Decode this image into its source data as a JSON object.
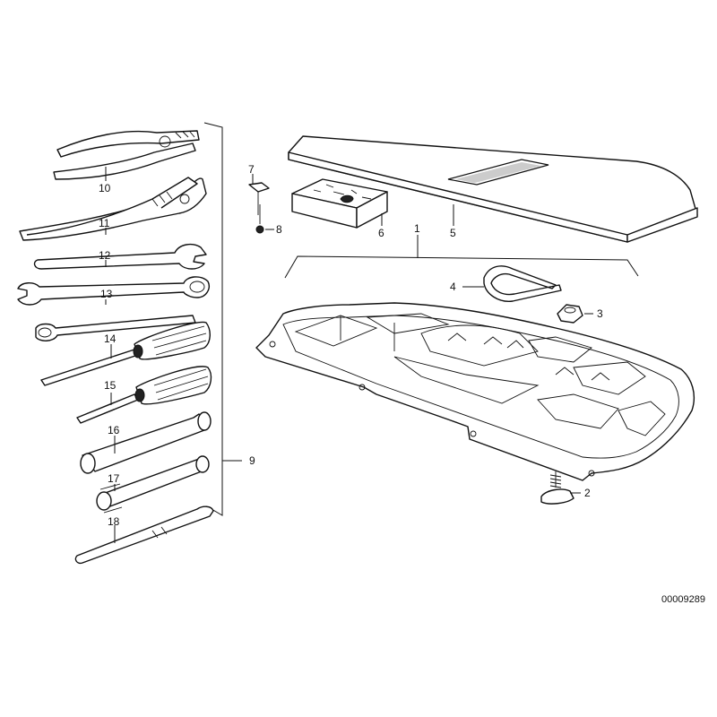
{
  "reference_number": "00009289",
  "callouts": {
    "c1": "1",
    "c2": "2",
    "c3": "3",
    "c4": "4",
    "c5": "5",
    "c6": "6",
    "c7": "7",
    "c8": "8",
    "c9": "9",
    "c10": "10",
    "c11": "11",
    "c12": "12",
    "c13": "13",
    "c14": "14",
    "c15": "15",
    "c16": "16",
    "c17": "17",
    "c18": "18"
  }
}
